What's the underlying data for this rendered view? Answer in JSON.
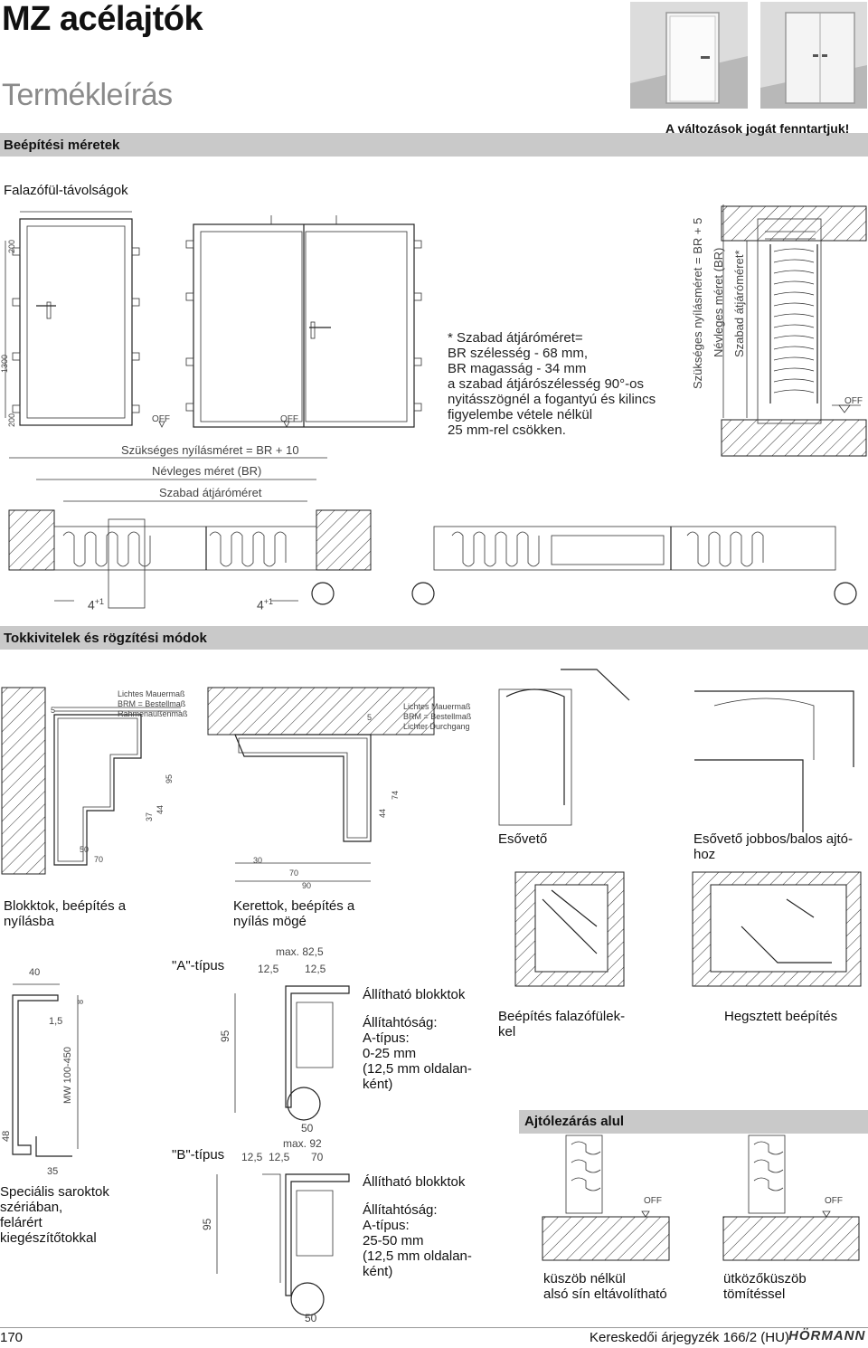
{
  "header": {
    "title": "MZ acélajtók",
    "subtitle": "Termékleírás",
    "rights": "A változások jogát fenntartjuk!",
    "section": "Beépítési méretek"
  },
  "falazo": {
    "heading": "Falazófül-távolságok",
    "note": "* Szabad átjáróméret=\nBR szélesség - 68 mm,\nBR magasság  - 34 mm\na szabad átjárószélesség 90°-os\nnyitásszögnél a fogantyú és kilincs\nfigyelembe vétele nélkül\n25 mm-rel csökken.",
    "off_left": "OFF",
    "off_mid": "OFF",
    "off_right": "OFF",
    "vert_label_1": "Szükséges nyílásméret = BR + 5",
    "vert_label_2": "Névleges méret (BR)",
    "vert_label_3": "Szabad átjáróméret*",
    "dim_200_top": "200",
    "dim_1300": "1300",
    "dim_200_bottom": "200"
  },
  "plan": {
    "dim_1": "Szükséges nyílásméret  = BR + 10",
    "dim_2": "Névleges méret (BR)",
    "dim_3": "Szabad átjáróméret",
    "gap_left": "4",
    "gap_left_tol": "+1",
    "gap_right": "4",
    "gap_right_tol": "+1"
  },
  "tokk": {
    "heading": "Tokkivitelek és rögzítési módok",
    "block_label_1": "Lichtes Mauermaß",
    "block_label_2": "BRM = Bestellmaß",
    "block_label_3": "Rahmenaußenmaß",
    "block_dim_5": "5",
    "block_dim_37": "37",
    "block_dim_44": "44",
    "block_dim_95": "95",
    "block_dim_50": "50",
    "block_dim_70": "70",
    "block_caption": "Blokktok, beépítés a\nnyílásba",
    "frame_label_1": "Lichtes Mauermaß",
    "frame_label_2": "BRM = Bestellmaß",
    "frame_label_3": "Lichter Durchgang",
    "frame_dim_5": "5",
    "frame_dim_44": "44",
    "frame_dim_74": "74",
    "frame_dim_30": "30",
    "frame_dim_70": "70",
    "frame_dim_90": "90",
    "frame_caption": "Kerettok, beépítés a\nnyílás mögé",
    "esoveto": "Esővető",
    "esoveto_side": "Esővető jobbos/balos ajtó-\nhoz"
  },
  "corner": {
    "dim_40": "40",
    "dim_8": "8",
    "dim_1_5": "1,5",
    "dim_mw": "MW 100-450",
    "dim_48": "48",
    "dim_35": "35",
    "caption": "Speciális saroktok\nszériában,\nfelárért\nkiegészítőtokkal"
  },
  "typeA": {
    "label": "\"A\"-típus",
    "max": "max. 82,5",
    "dim_a": "12,5",
    "dim_b": "12,5",
    "dim_95": "95",
    "dim_50": "50",
    "title": "Állítható blokktok",
    "desc": "Állítahtóság:\nA-típus:\n0-25 mm\n(12,5 mm oldalan-\nként)"
  },
  "typeB": {
    "label": "\"B\"-típus",
    "max": "max. 92",
    "dim_a": "12,5",
    "dim_b": "12,5",
    "dim_70": "70",
    "dim_95": "95",
    "dim_50": "50",
    "title": "Állítható blokktok",
    "desc": "Állítahtóság:\nA-típus:\n25-50 mm\n(12,5 mm oldalan-\nként)"
  },
  "mounting": {
    "wall": "Beépítés falazófülek-\nkel",
    "welded": "Hegsztett beépítés"
  },
  "bottom": {
    "heading": "Ajtólezárás alul",
    "off_1": "OFF",
    "off_2": "OFF",
    "cap_1": "küszöb nélkül\nalsó sín eltávolítható",
    "cap_2": "ütközőküszöb\ntömítéssel"
  },
  "footer": {
    "page": "170",
    "catalog": "Kereskedői árjegyzék 166/2 (HU)",
    "brand": "HÖRMANN"
  }
}
